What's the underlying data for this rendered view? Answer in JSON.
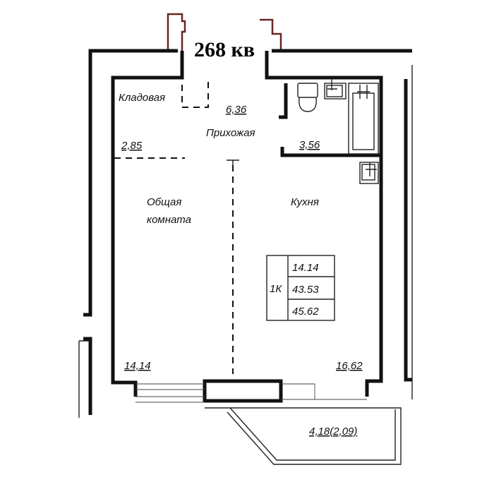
{
  "plan": {
    "title": "268 кв",
    "rooms": {
      "storage": {
        "name": "Кладовая",
        "area": "2,85"
      },
      "hall": {
        "name": "Прихожая",
        "area": "6,36"
      },
      "living": {
        "name_line1": "Общая",
        "name_line2": "комната",
        "area": "14,14"
      },
      "kitchen": {
        "name": "Кухня",
        "area": "16,62"
      },
      "bathroom": {
        "area": "3,56"
      },
      "balcony": {
        "area": "4,18(2,09)"
      }
    },
    "summary": {
      "type": "1К",
      "living_area": "14.14",
      "total_area": "43.53",
      "total_with_balcony": "45.62"
    }
  }
}
